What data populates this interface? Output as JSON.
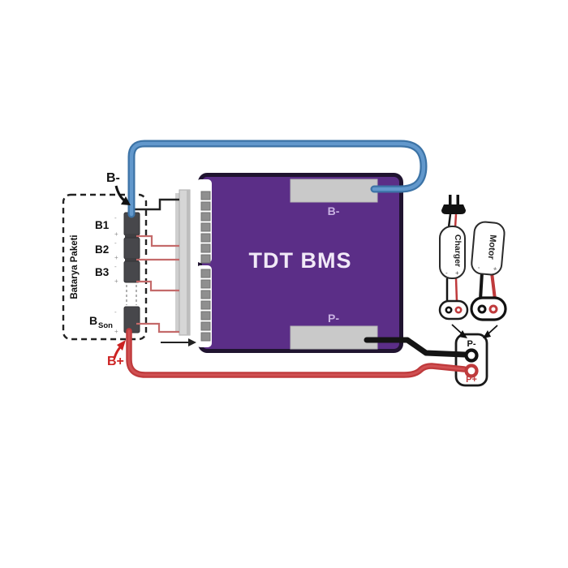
{
  "colors": {
    "background": "#ffffff",
    "bms_fill": "#5b2e87",
    "bms_border": "#201430",
    "pad_gray": "#c9c9c9",
    "pin_gray": "#8f8f8f",
    "pin_strip_white": "#ffffff",
    "connector_gray": "#d6d6d6",
    "cell_gray": "#47474b",
    "wire_blue_outer": "#3c73a6",
    "wire_blue_inner": "#6298cc",
    "wire_red": "#bf3a3c",
    "wire_red_inner": "#d05052",
    "sense_red": "#c46a6a",
    "wire_black": "#141414",
    "label_lavender": "#c9b2e2",
    "title_white": "#f1e9f7",
    "accent_red": "#cc2222",
    "text_black": "#111111"
  },
  "battery_pack": {
    "label": "Batarya Paketi",
    "b_minus": "B-",
    "b_plus": "B+",
    "cells": [
      {
        "label": "B1"
      },
      {
        "label": "B2"
      },
      {
        "label": "B3"
      },
      {
        "label_main": "B",
        "label_sub": "Son"
      }
    ],
    "terminal_minus": "-",
    "terminal_plus": "+"
  },
  "bms": {
    "title": "TDT BMS",
    "pad_b_minus": "B-",
    "pad_p_minus": "P-",
    "corner_minus": "−",
    "corner_plus": "+"
  },
  "devices": {
    "charger": {
      "label": "Charger",
      "minus": "-",
      "plus": "+"
    },
    "motor": {
      "label": "Motor",
      "minus": "-",
      "plus": "+"
    }
  },
  "output_connector": {
    "p_minus": "P-",
    "p_plus": "P+"
  }
}
